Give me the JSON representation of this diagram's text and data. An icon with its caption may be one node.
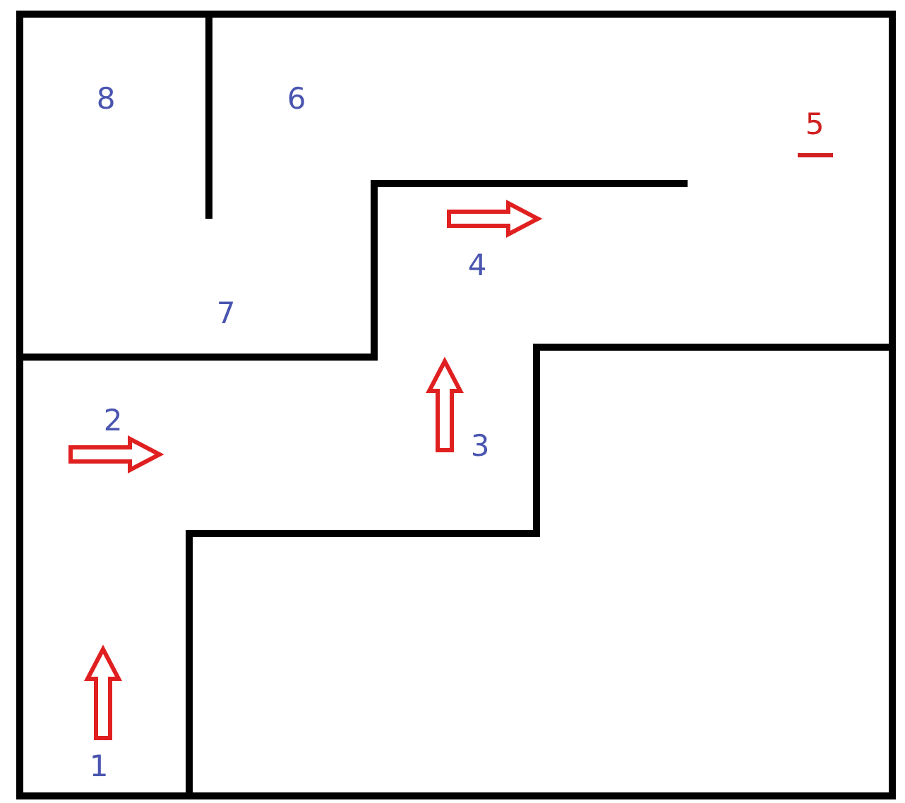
{
  "diagram": {
    "labels": [
      "8",
      "6",
      "5",
      "4",
      "7",
      "2",
      "3",
      "1"
    ]
  }
}
